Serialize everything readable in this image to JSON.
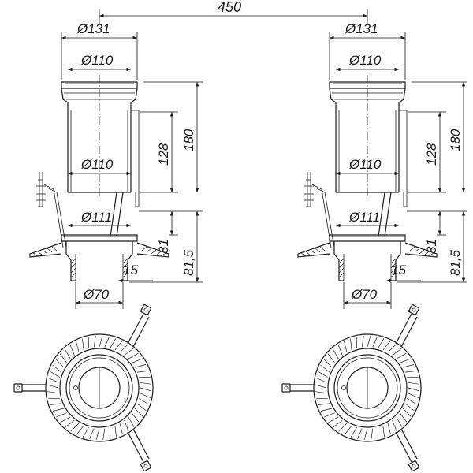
{
  "dimensions": {
    "spacing": "450",
    "d131": "Ø131",
    "d110_top": "Ø110",
    "d110_mid": "Ø110",
    "h128": "128",
    "h180": "180",
    "d111": "Ø111",
    "h31": "31",
    "h81_5": "81,5",
    "w15": "15",
    "d70": "Ø70"
  },
  "units": {
    "count": 2
  }
}
